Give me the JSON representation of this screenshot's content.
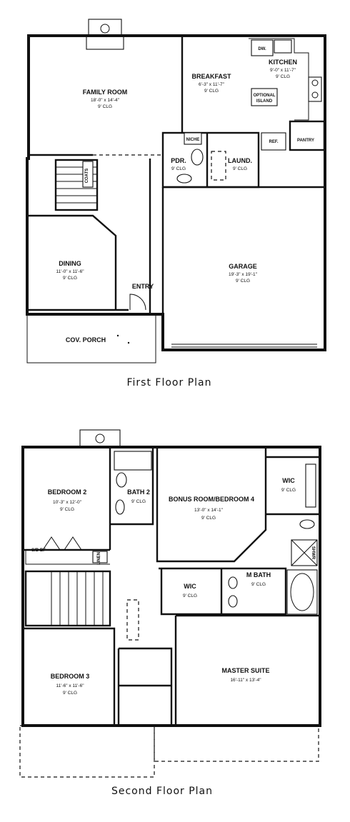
{
  "first_floor": {
    "title": "First Floor Plan",
    "rooms": {
      "family_room": {
        "name": "FAMILY ROOM",
        "size": "18'-0\" x 14'-4\"",
        "clg": "9' CLG"
      },
      "breakfast": {
        "name": "BREAKFAST",
        "size": "6'-3\" x 11'-7\"",
        "clg": "9' CLG"
      },
      "kitchen": {
        "name": "KITCHEN",
        "size": "9'-0\" x 11'-7\"",
        "clg": "9' CLG"
      },
      "pdr": {
        "name": "PDR.",
        "clg": "9' CLG"
      },
      "laund": {
        "name": "LAUND.",
        "clg": "9' CLG"
      },
      "dining": {
        "name": "DINING",
        "size": "11'-0\" x 11'-6\"",
        "clg": "9' CLG"
      },
      "garage": {
        "name": "GARAGE",
        "size": "19'-3\" x 19'-1\"",
        "clg": "9' CLG"
      },
      "entry": {
        "name": "ENTRY"
      },
      "cov_porch": {
        "name": "COV. PORCH"
      }
    },
    "labels": {
      "optional_island_1": "OPTIONAL",
      "optional_island_2": "ISLAND",
      "niche": "NICHE",
      "pantry": "PANTRY",
      "refrigerator": "REF.",
      "dishwasher": "DW.",
      "coats": "COATS"
    }
  },
  "second_floor": {
    "title": "Second Floor Plan",
    "rooms": {
      "bedroom2": {
        "name": "BEDROOM 2",
        "size": "10'-3\" x 12'-0\"",
        "clg": "9' CLG"
      },
      "bath2": {
        "name": "BATH 2",
        "clg": "9' CLG"
      },
      "bonus": {
        "name": "BONUS ROOM/BEDROOM 4",
        "size": "13'-0\" x 14'-1\"",
        "clg": "9' CLG"
      },
      "wic_top": {
        "name": "WIC",
        "clg": "9' CLG"
      },
      "wic_mid": {
        "name": "WIC",
        "clg": "9' CLG"
      },
      "mbath": {
        "name": "M BATH",
        "clg": "9' CLG"
      },
      "master": {
        "name": "MASTER SUITE",
        "size": "16'-11\" x 13'-4\""
      },
      "bedroom3": {
        "name": "BEDROOM 3",
        "size": "11'-6\" x 11'-6\"",
        "clg": "9' CLG"
      }
    },
    "labels": {
      "shelf": "S/D BF",
      "linen": "LINEN",
      "shower": "SHWR"
    }
  }
}
